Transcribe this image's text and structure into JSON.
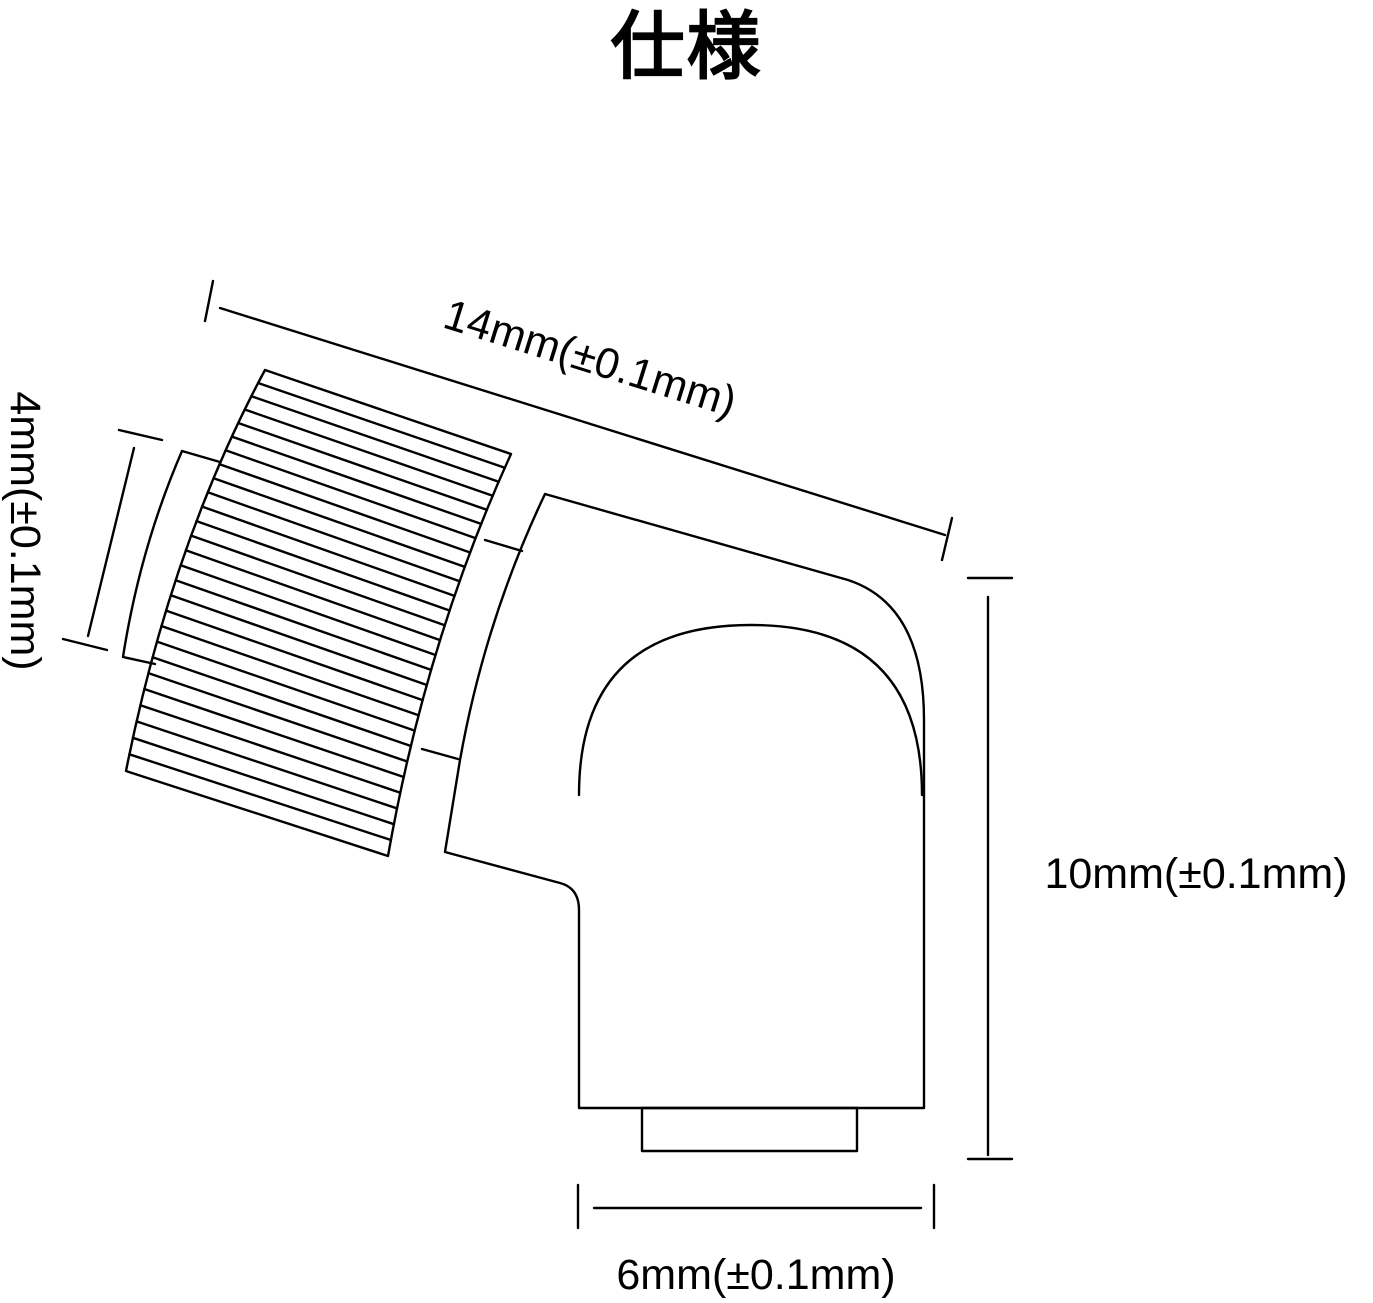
{
  "title": "仕様",
  "dimensions": {
    "length": "14mm(±0.1mm)",
    "diameter": "4mm(±0.1mm)",
    "height": "10mm(±0.1mm)",
    "width": "6mm(±0.1mm)"
  },
  "colors": {
    "line": "#000000",
    "background": "#ffffff"
  }
}
